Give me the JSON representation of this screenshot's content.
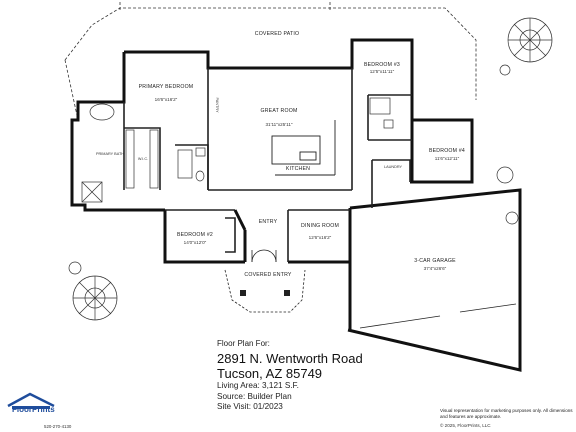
{
  "rooms": {
    "covered_patio": {
      "name": "COVERED PATIO"
    },
    "primary_bedroom": {
      "name": "PRIMARY BEDROOM",
      "dims": "16'6\"x16'2\""
    },
    "great_room": {
      "name": "GREAT ROOM",
      "dims": "31'11\"x25'11\""
    },
    "bedroom_3": {
      "name": "BEDROOM #3",
      "dims": "12'5\"x11'11\""
    },
    "bedroom_4": {
      "name": "BEDROOM #4",
      "dims": "11'6\"x12'11\""
    },
    "primary_bath": {
      "name": "PRIMARY BATH"
    },
    "wic": {
      "name": "W.I.C."
    },
    "pantry": {
      "name": "PANTRY"
    },
    "kitchen": {
      "name": "KITCHEN"
    },
    "laundry": {
      "name": "LAUNDRY"
    },
    "bedroom_2": {
      "name": "BEDROOM #2",
      "dims": "14'0\"x12'0\""
    },
    "entry": {
      "name": "ENTRY"
    },
    "dining_room": {
      "name": "DINING ROOM",
      "dims": "12'6\"x16'2\""
    },
    "garage": {
      "name": "3-CAR GARAGE",
      "dims": "37'4\"x26'6\""
    },
    "covered_entry": {
      "name": "COVERED ENTRY"
    }
  },
  "info": {
    "header": "Floor Plan For:",
    "address_line1": "2891 N. Wentworth Road",
    "address_line2": "Tucson, AZ  85749",
    "living_area": "Living Area:  3,121 S.F.",
    "source": "Source:  Builder Plan",
    "site_visit": "Site Visit:  01/2023"
  },
  "disclaimer": "Visual representation for marketing purposes only. All dimensions and features are approximate.",
  "copyright": "© 2025, FloorPrints, LLC",
  "logo": {
    "name": "FloorPrints",
    "phone": "520-270-4130"
  }
}
